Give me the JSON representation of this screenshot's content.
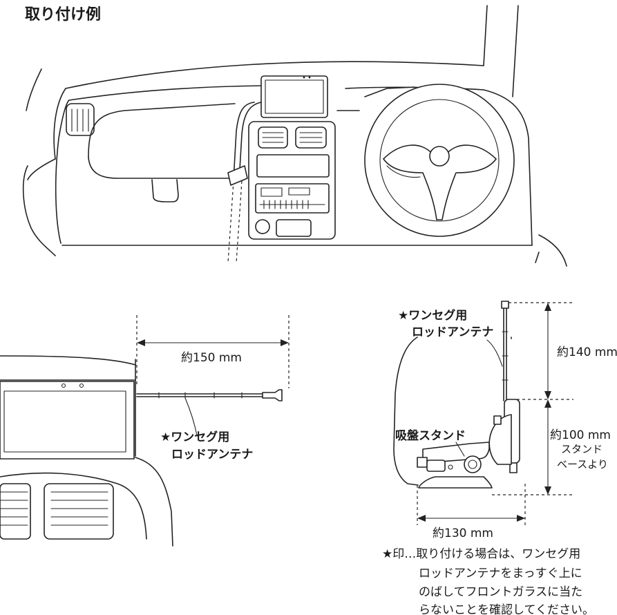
{
  "title": "取り付け例",
  "top_view": {
    "antenna_label": "★ワンセグ用",
    "antenna_label_2": "ロッドアンテナ",
    "dimension": "約150 mm"
  },
  "stand_view": {
    "antenna_label": "★ワンセグ用",
    "antenna_label_2": "ロッドアンテナ",
    "stand_label": "吸盤スタンド",
    "dim_height_antenna": "約140 mm",
    "dim_height_stand": "約100 mm",
    "dim_note_1": "スタンド",
    "dim_note_2": "ベースより",
    "dim_width": "約130 mm"
  },
  "note": {
    "line1": "★印…取り付ける場合は、ワンセグ用",
    "line2": "ロッドアンテナをまっすぐ上に",
    "line3": "のばしてフロントガラスに当た",
    "line4": "らないことを確認してください。"
  }
}
